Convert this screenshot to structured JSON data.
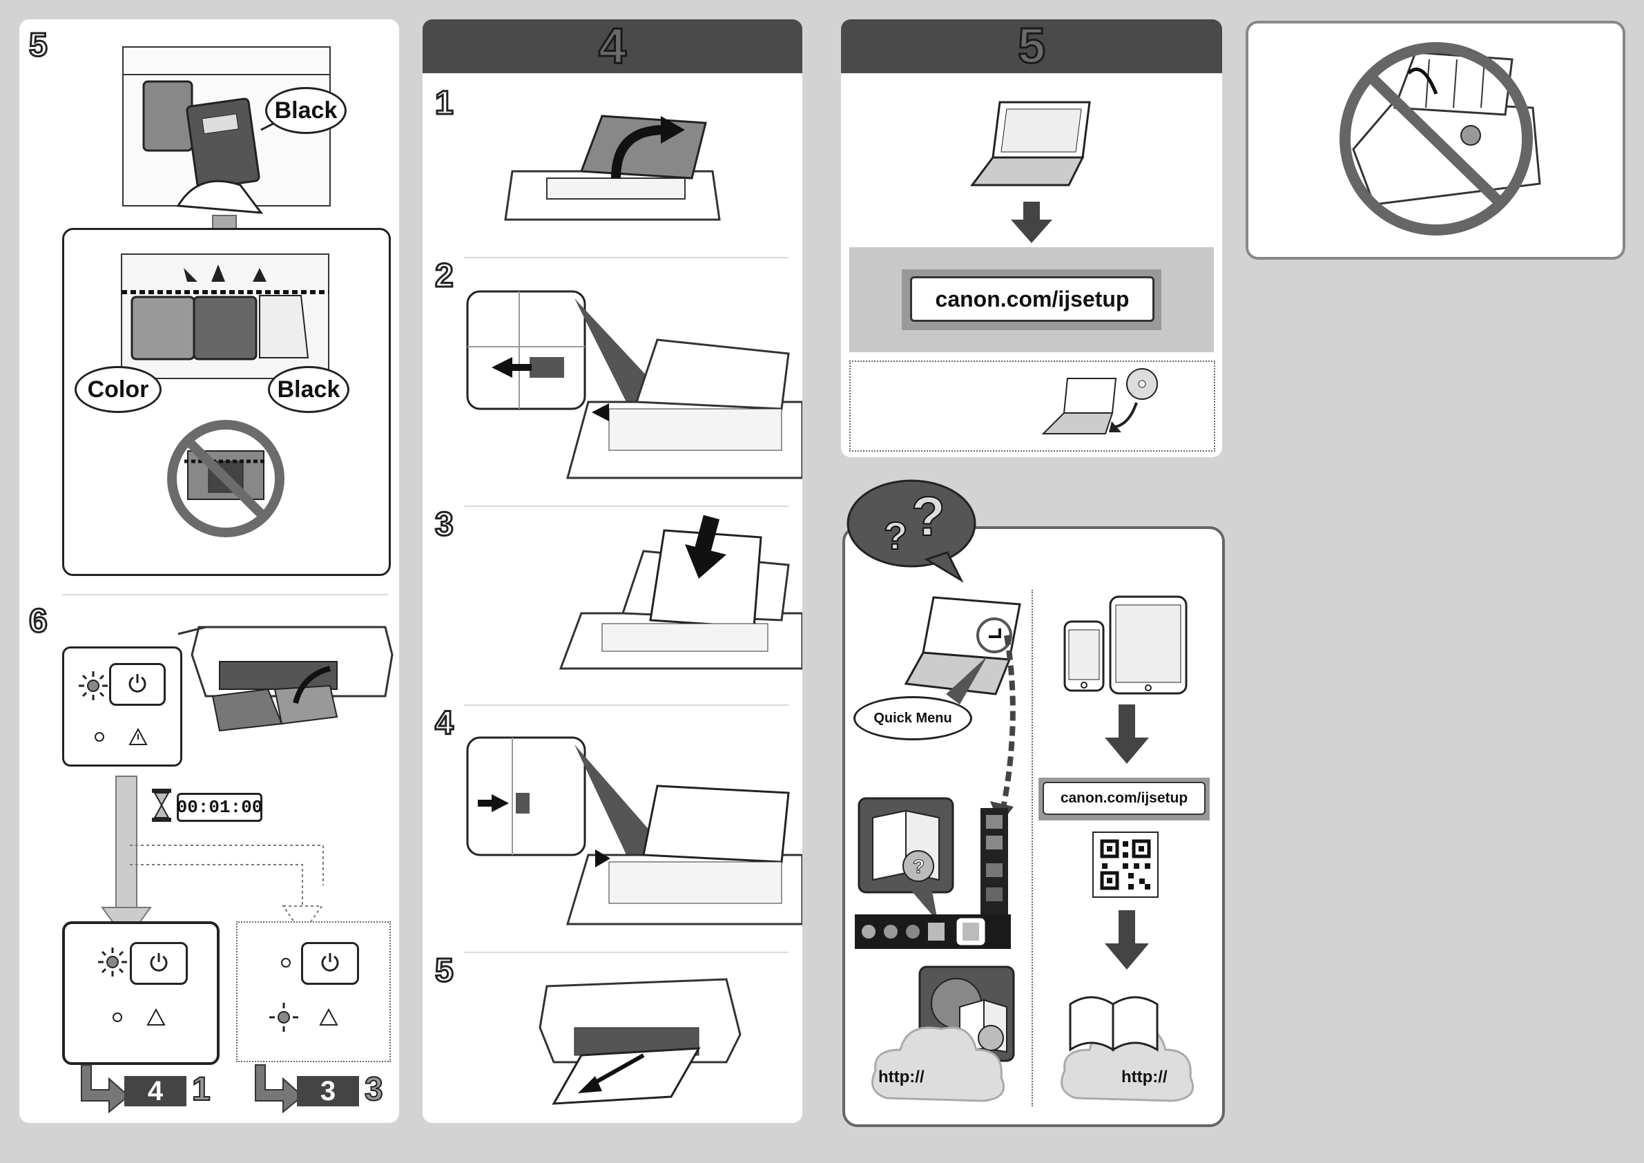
{
  "col1": {
    "step5_num": "5",
    "label_black_top": "Black",
    "label_color": "Color",
    "label_black_bottom": "Black",
    "step6_num": "6",
    "timer": "00:01:00",
    "jump_a_main": "4",
    "jump_a_sub": "1",
    "jump_b_main": "3",
    "jump_b_sub": "3"
  },
  "col2": {
    "header": "4",
    "steps": [
      "1",
      "2",
      "3",
      "4",
      "5"
    ]
  },
  "col3": {
    "header": "5",
    "url": "canon.com/ijsetup"
  },
  "help": {
    "quick_menu": "Quick Menu",
    "url": "canon.com/ijsetup",
    "http_left": "http://",
    "http_right": "http://"
  },
  "icons": [
    "power-icon",
    "warning-icon",
    "hourglass-icon",
    "prohibited-icon",
    "arrow-down-icon",
    "question-bubble-icon",
    "qr-code-icon",
    "book-icon",
    "globe-icon",
    "cloud-icon"
  ]
}
